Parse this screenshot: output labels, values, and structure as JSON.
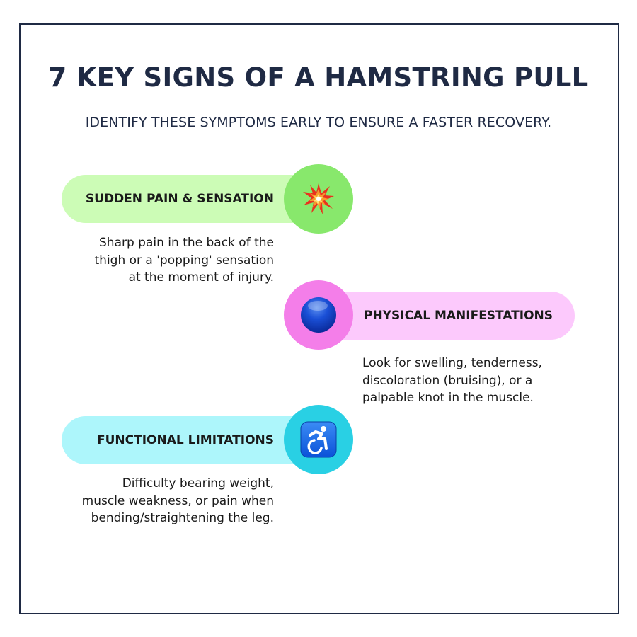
{
  "title": "7 KEY SIGNS OF A HAMSTRING PULL",
  "subtitle": "IDENTIFY THESE SYMPTOMS EARLY TO ENSURE A FASTER RECOVERY.",
  "colors": {
    "frame": "#1f2a44",
    "green_pill": "#ccfcb6",
    "green_circle": "#88e86c",
    "pink_pill": "#fcc9fc",
    "pink_circle": "#f47ee9",
    "cyan_pill": "#adf6fb",
    "cyan_circle": "#29d0e4"
  },
  "signs": [
    {
      "label": "SUDDEN PAIN & SENSATION",
      "icon": "collision-icon",
      "description_lines": [
        "Sharp pain in the back of the",
        "thigh or a 'popping' sensation",
        "at the moment of injury."
      ]
    },
    {
      "label": "PHYSICAL MANIFESTATIONS",
      "icon": "blue-circle-icon",
      "description_lines": [
        "Look for swelling, tenderness,",
        "discoloration (bruising), or a",
        "palpable knot in the muscle."
      ]
    },
    {
      "label": "FUNCTIONAL LIMITATIONS",
      "icon": "wheelchair-icon",
      "description_lines": [
        "Difficulty bearing weight,",
        "muscle weakness, or pain when",
        "bending/straightening the leg."
      ]
    }
  ]
}
